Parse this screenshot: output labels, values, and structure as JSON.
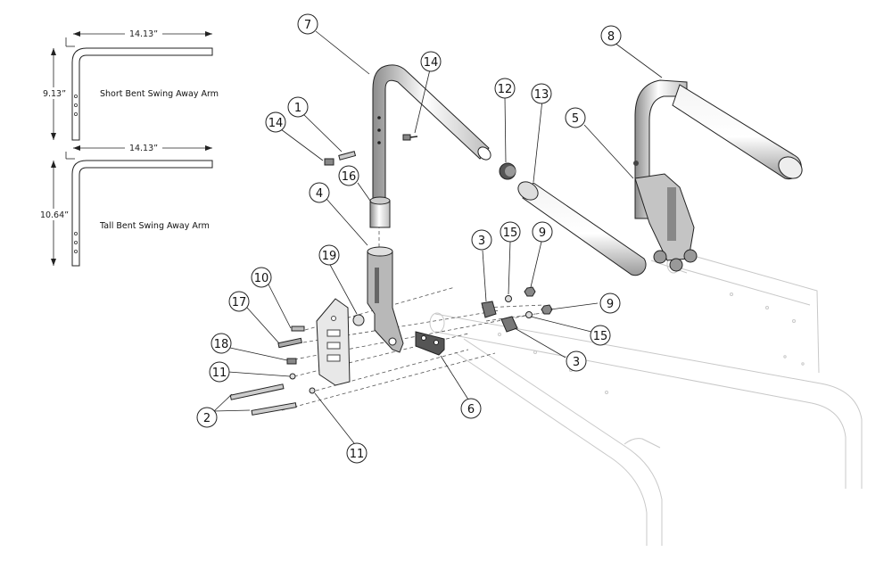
{
  "arms": {
    "short": {
      "label": "Short Bent Swing Away Arm",
      "width_dim": "14.13”",
      "height_dim": "9.13”"
    },
    "tall": {
      "label": "Tall Bent Swing Away Arm",
      "width_dim": "14.13”",
      "height_dim": "10.64”"
    }
  },
  "callouts": [
    "1",
    "2",
    "3",
    "4",
    "5",
    "6",
    "7",
    "8",
    "9",
    "10",
    "11",
    "12",
    "13",
    "14",
    "15",
    "16",
    "17",
    "18",
    "19"
  ],
  "colors": {
    "line": "#1a1a1a",
    "ghost": "#c8c8c8",
    "fill_dark": "#444444",
    "fill_mid": "#bdbdbd"
  }
}
